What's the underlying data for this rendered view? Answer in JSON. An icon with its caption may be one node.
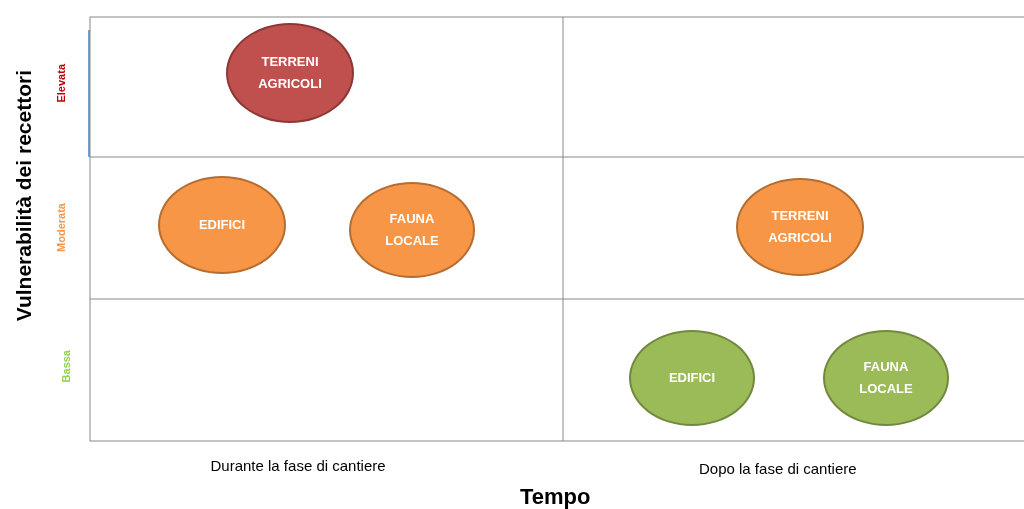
{
  "diagram": {
    "nodes": [
      {
        "text": [
          "TERRENI AGRICOLI"
        ]
      },
      {
        "text": [
          "EDIFICI"
        ]
      },
      {
        "text": [
          "FAUNA LOCALE"
        ]
      },
      {
        "text": [
          "TERRENI AGRICOLI"
        ]
      },
      {
        "text": [
          "EDIFICI"
        ]
      },
      {
        "text": [
          "FAUNA LOCALE"
        ]
      }
    ],
    "labels": [
      "Vulnerabilità dei recettori",
      "Elevata",
      "Moderata",
      "Bassa",
      "Durante la fase di cantiere",
      "Dopo la fase di cantiere",
      "Tempo"
    ]
  }
}
